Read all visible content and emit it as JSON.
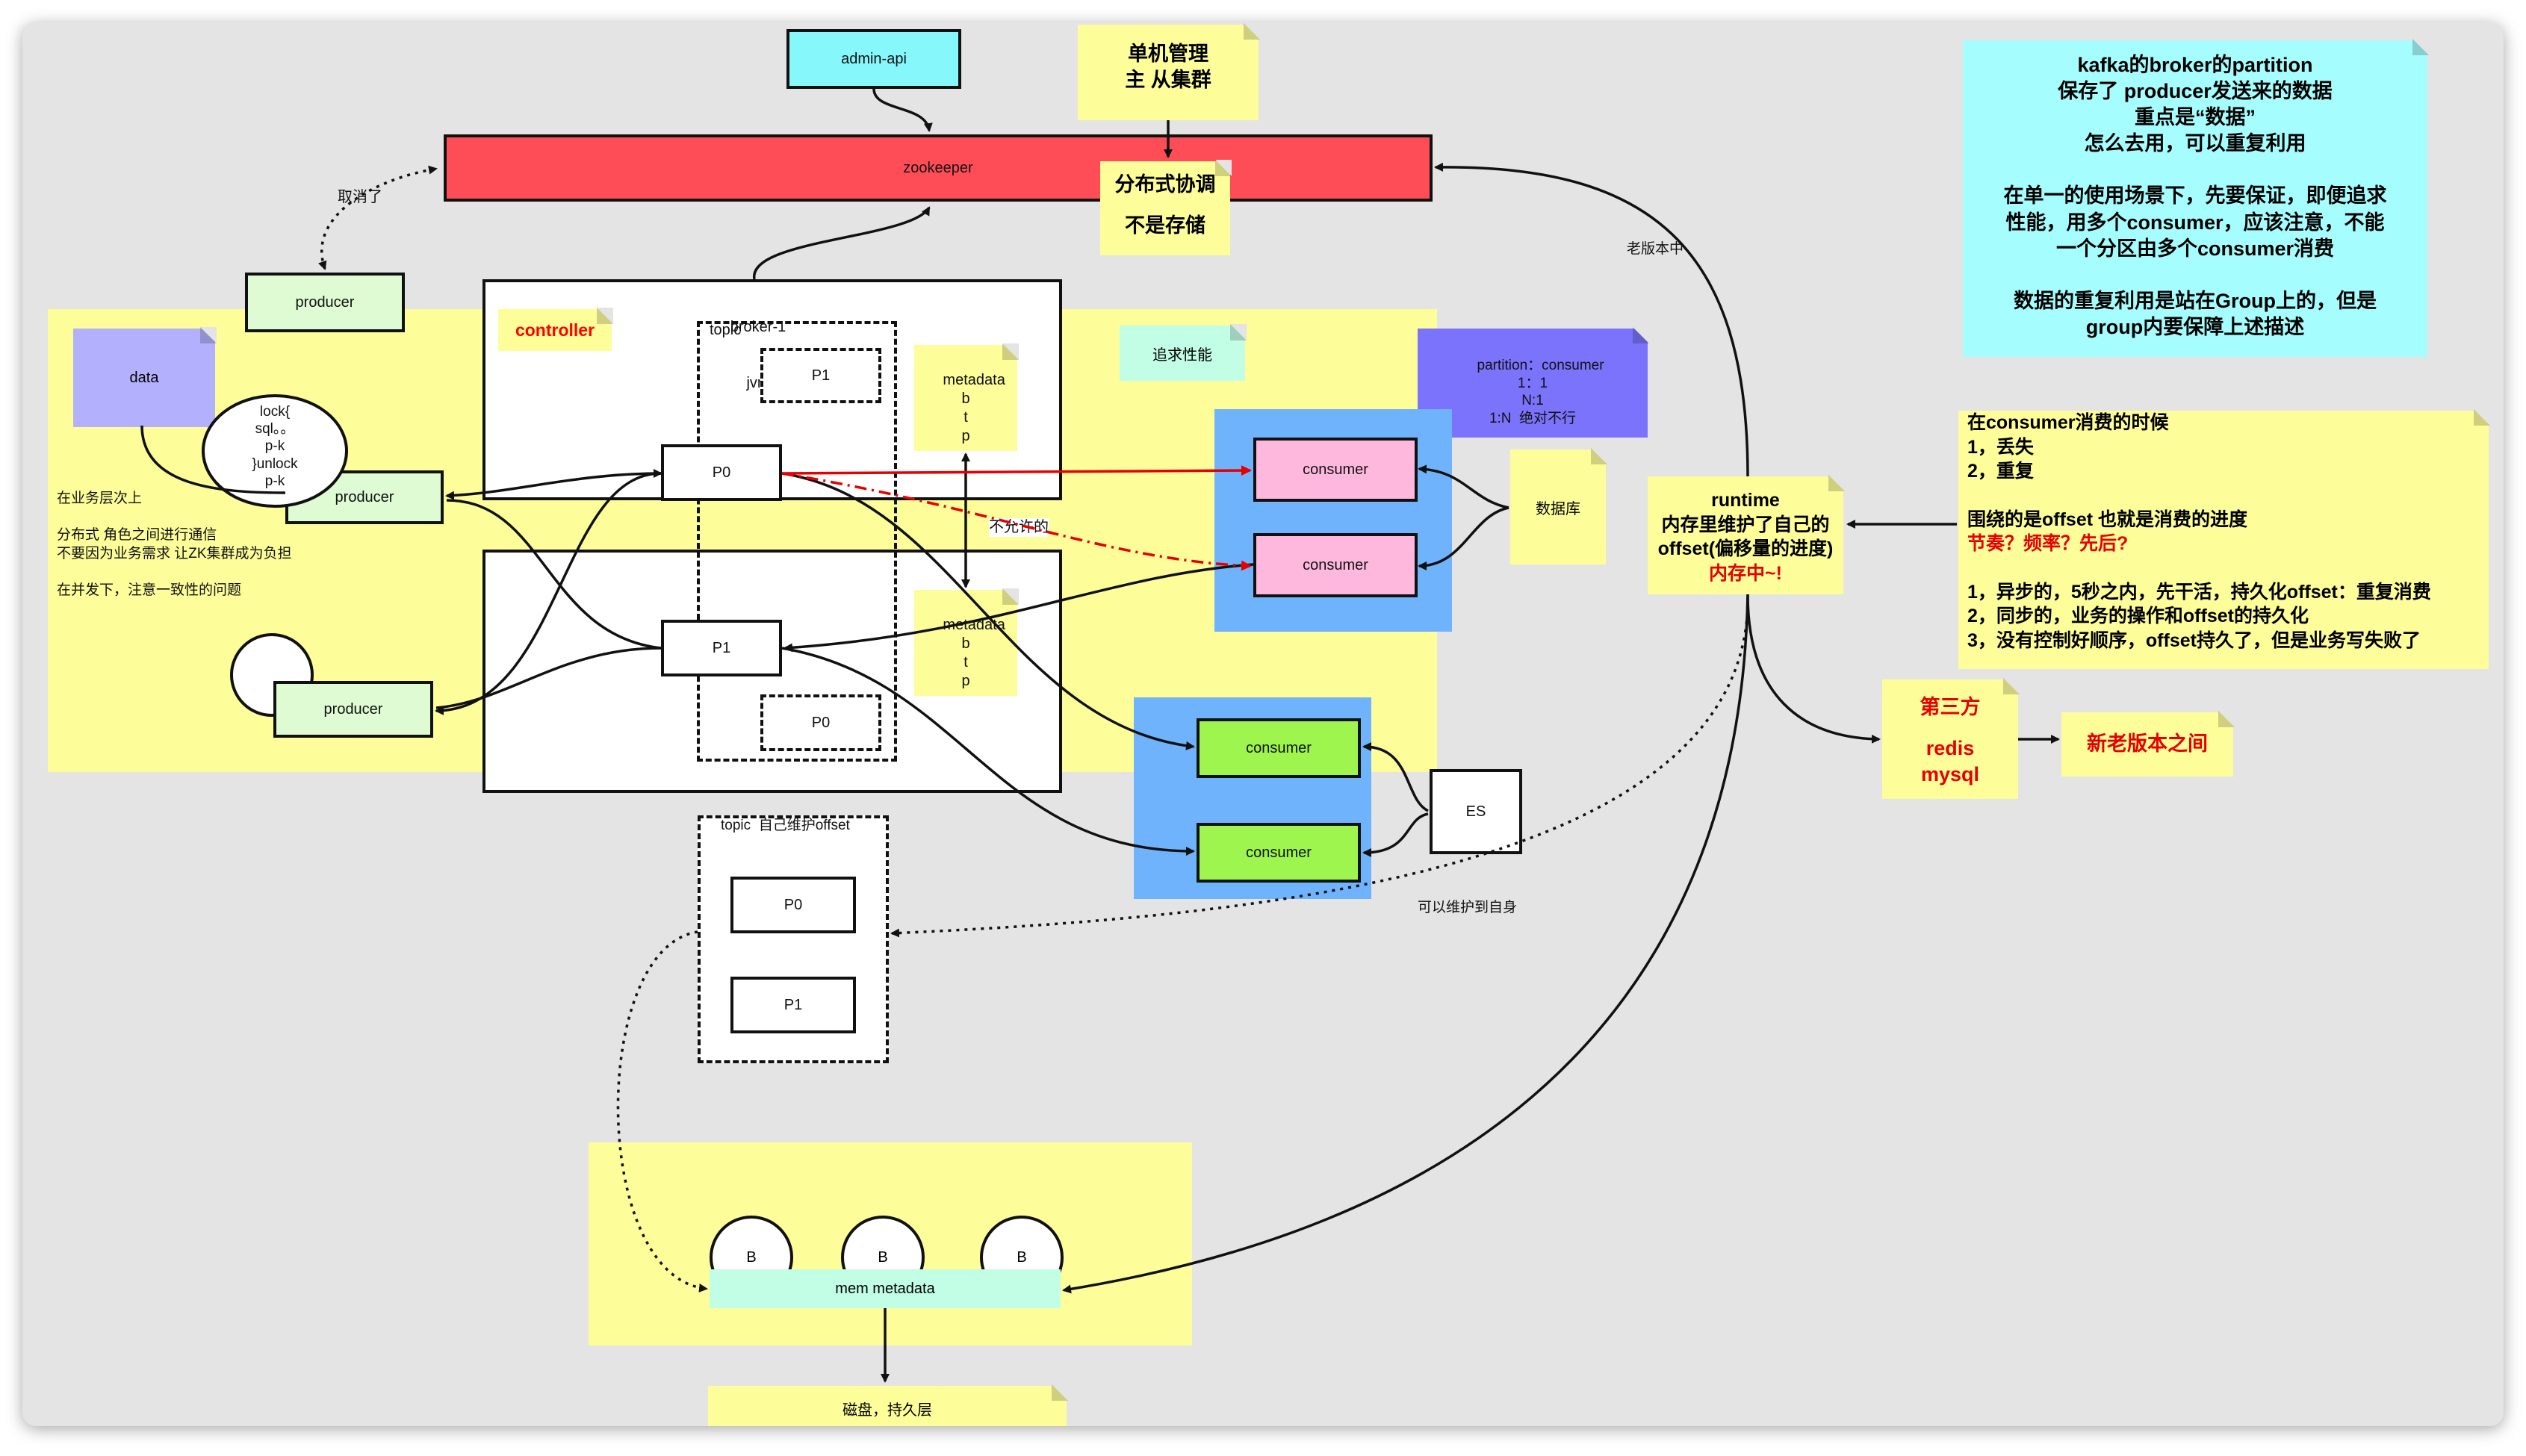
{
  "zookeeper": {
    "label": "zookeeper",
    "color": "#ff4d58"
  },
  "admin_api": {
    "label": "admin-api",
    "color": "#86f7fa"
  },
  "note_single": {
    "line1": "单机管理",
    "line2": "主 从集群"
  },
  "note_coord": {
    "line1": "分布式协调",
    "line2": "不是存储"
  },
  "label_cancelled": "取消了",
  "producer_top": {
    "label": "producer"
  },
  "data_box": {
    "label": "data",
    "color": "#b3b1fd"
  },
  "lock_circle": {
    "text": "lock{\nsql。。\np-k\n}unlock\np-k"
  },
  "producer_mid": {
    "label": "producer"
  },
  "producer_low": {
    "label": "producer"
  },
  "left_note": {
    "text": "在业务层次上\n\n分布式 角色之间进行通信\n不要因为业务需求 让ZK集群成为负担\n\n在并发下，注意一致性的问题"
  },
  "broker": {
    "label_line1": "broker-1",
    "label_line2": "jvm",
    "topic_label": "topic"
  },
  "controller": {
    "label": "controller",
    "color": "#ff0000"
  },
  "partitions": {
    "p1_top": "P1",
    "p0": "P0",
    "p1": "P1",
    "p0_bottom": "P0"
  },
  "metadata_top": {
    "text": "metadata\nb\nt\np"
  },
  "metadata_low": {
    "text": "metadata\nb\nt\np"
  },
  "not_allowed": "不允许的",
  "perf_note": {
    "label": "追求性能"
  },
  "partition_note": {
    "text": "partition：consumer\n1：1\nN:1\n1:N  绝对不行",
    "color": "#7b73fb"
  },
  "consumer_group1": {
    "consumers": [
      "consumer",
      "consumer"
    ],
    "color": "#ffb8dd"
  },
  "db_note": {
    "label": "数据库"
  },
  "consumer_group2": {
    "consumers": [
      "consumer",
      "consumer"
    ],
    "color": "#9df54d"
  },
  "es_box": {
    "label": "ES"
  },
  "offset_topic": {
    "label": "topic  自己维护offset",
    "p0": "P0",
    "p1": "P1"
  },
  "can_self": "可以维护到自身",
  "old_version_label": "老版本中",
  "runtime_note": {
    "line1": "runtime",
    "line2": "内存里维护了自己的",
    "line3": "offset(偏移量的进度)",
    "line4": "内存中~!"
  },
  "kafka_note": {
    "text": "kafka的broker的partition\n保存了 producer发送来的数据\n重点是“数据”\n怎么去用，可以重复利用\n\n在单一的使用场景下，先要保证，即便追求\n性能，用多个consumer，应该注意，不能\n一个分区由多个consumer消费\n\n数据的重复利用是站在Group上的，但是\ngroup内要保障上述描述",
    "color": "#a5fdfd"
  },
  "consume_note": {
    "line1": "在consumer消费的时候",
    "line2": "1，丢失",
    "line3": "2，重复",
    "line4": "围绕的是offset 也就是消费的进度",
    "line5": "节奏？频率？先后?",
    "line6": "1，异步的，5秒之内，先干活，持久化offset：重复消费",
    "line7": "2，同步的，业务的操作和offset的持久化",
    "line8": "3，没有控制好顺序，offset持久了，但是业务写失败了"
  },
  "third_party": {
    "line1": "第三方",
    "line2": "redis",
    "line3": "mysql"
  },
  "new_old_version": {
    "label": "新老版本之间"
  },
  "cluster": {
    "nodes": [
      "B",
      "B",
      "B"
    ],
    "mem_label": "mem  metadata"
  },
  "disk_note": {
    "label": "磁盘，持久层"
  }
}
